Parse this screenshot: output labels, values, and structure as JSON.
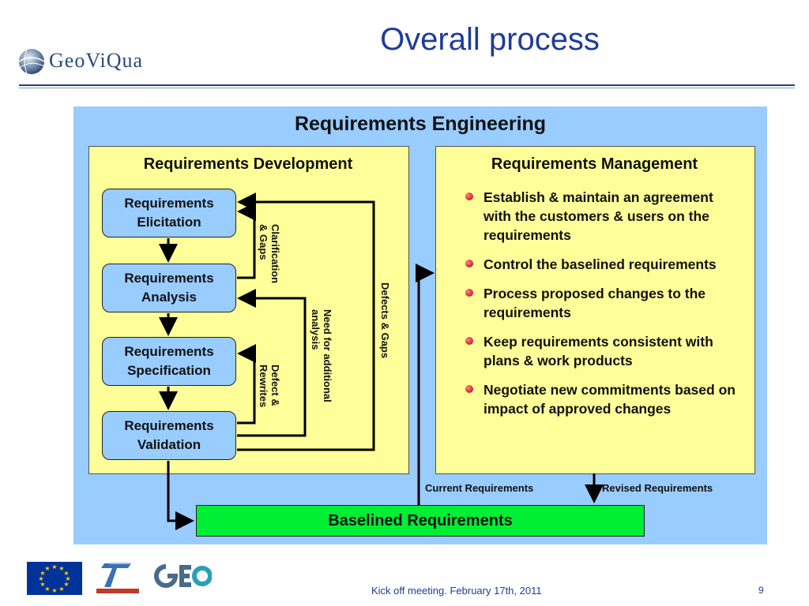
{
  "slide": {
    "title": "Overall process",
    "logo_text": "GeoViQua",
    "footer": "Kick off meeting. February 17th, 2011",
    "page_number": "9"
  },
  "diagram": {
    "title": "Requirements Engineering",
    "development": {
      "title": "Requirements Development",
      "stages": [
        "Requirements Elicitation",
        "Requirements Analysis",
        "Requirements Specification",
        "Requirements Validation"
      ],
      "feedback_labels": {
        "clarification": "Clarification & Gaps",
        "defect_rewrites": "Defect & Rewrites",
        "need_analysis": "Need for additional analysis",
        "defects_gaps": "Defects & Gaps"
      }
    },
    "management": {
      "title": "Requirements Management",
      "items": [
        "Establish & maintain an agreement with the customers & users on the requirements",
        "Control the baselined requirements",
        "Process proposed changes to the requirements",
        "Keep requirements consistent with plans & work products",
        "Negotiate new commitments based on impact of approved changes"
      ]
    },
    "current_label": "Current Requirements",
    "revised_label": "Revised Requirements",
    "baseline_label": "Baselined Requirements"
  },
  "colors": {
    "title_blue": "#1f3c99",
    "diagram_bg": "#99ccff",
    "panel_bg": "#ffff99",
    "baseline_green": "#00ee33"
  },
  "icons": [
    "globe-logo-icon",
    "eu-flag-icon",
    "fp7-cooperation-icon",
    "geo-logo-icon",
    "bullet-icon"
  ]
}
